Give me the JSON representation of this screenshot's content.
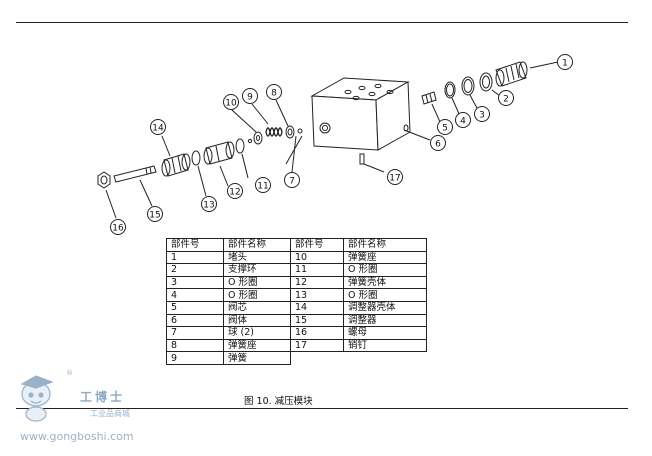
{
  "callouts": [
    "1",
    "2",
    "3",
    "4",
    "5",
    "6",
    "7",
    "8",
    "9",
    "10",
    "11",
    "12",
    "13",
    "14",
    "15",
    "16",
    "17"
  ],
  "table": {
    "headers": [
      "部件号",
      "部件名称",
      "部件号",
      "部件名称"
    ],
    "rows": [
      [
        "1",
        "堵头",
        "10",
        "弹簧座"
      ],
      [
        "2",
        "支撑环",
        "11",
        "O 形圈"
      ],
      [
        "3",
        "O 形圈",
        "12",
        "弹簧壳体"
      ],
      [
        "4",
        "O 形圈",
        "13",
        "O 形圈"
      ],
      [
        "5",
        "阀芯",
        "14",
        "调整器壳体"
      ],
      [
        "6",
        "阀体",
        "15",
        "调整器"
      ],
      [
        "7",
        "球 (2)",
        "16",
        "螺母"
      ],
      [
        "8",
        "弹簧座",
        "17",
        "销钉"
      ],
      [
        "9",
        "弹簧",
        "",
        ""
      ]
    ]
  },
  "caption": "图  10. 减压模块",
  "watermark": {
    "brand": "工博士",
    "sub": "工业品商城",
    "url": "www.gongboshi.com",
    "reg": "®"
  },
  "colors": {
    "line": "#222222",
    "watermark": "#9ab2c8"
  }
}
